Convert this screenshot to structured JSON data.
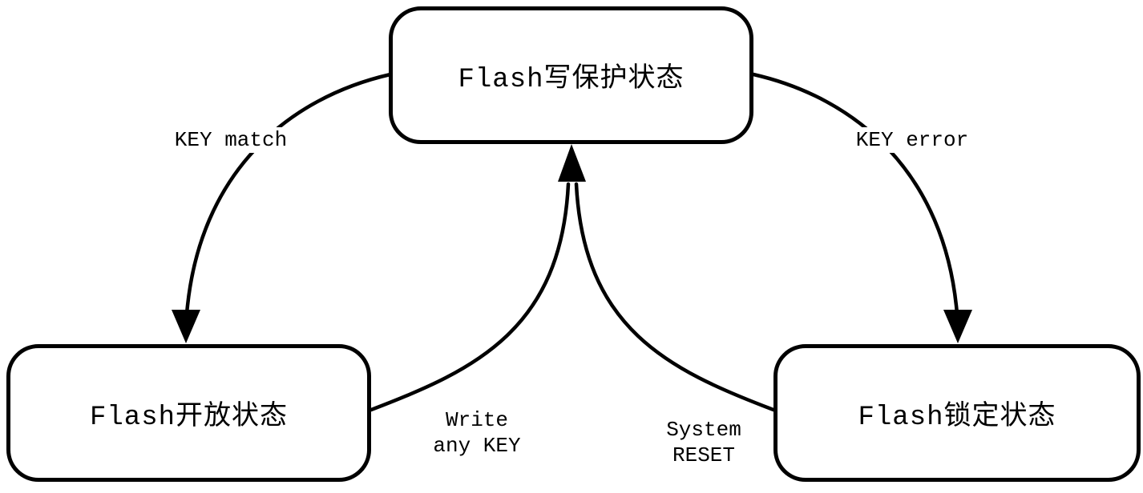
{
  "colors": {
    "stroke": "#000000",
    "background": "#ffffff"
  },
  "states": {
    "write_protect": {
      "label": "Flash写保护状态"
    },
    "open": {
      "label": "Flash开放状态"
    },
    "locked": {
      "label": "Flash锁定状态"
    }
  },
  "transitions": {
    "key_match": {
      "from": "write_protect",
      "to": "open",
      "label": "KEY match"
    },
    "key_error": {
      "from": "write_protect",
      "to": "locked",
      "label": "KEY error"
    },
    "write_any_key": {
      "from": "open",
      "to": "write_protect",
      "lines": [
        "Write",
        "any KEY"
      ]
    },
    "system_reset": {
      "from": "locked",
      "to": "write_protect",
      "lines": [
        "System",
        "RESET"
      ]
    }
  }
}
